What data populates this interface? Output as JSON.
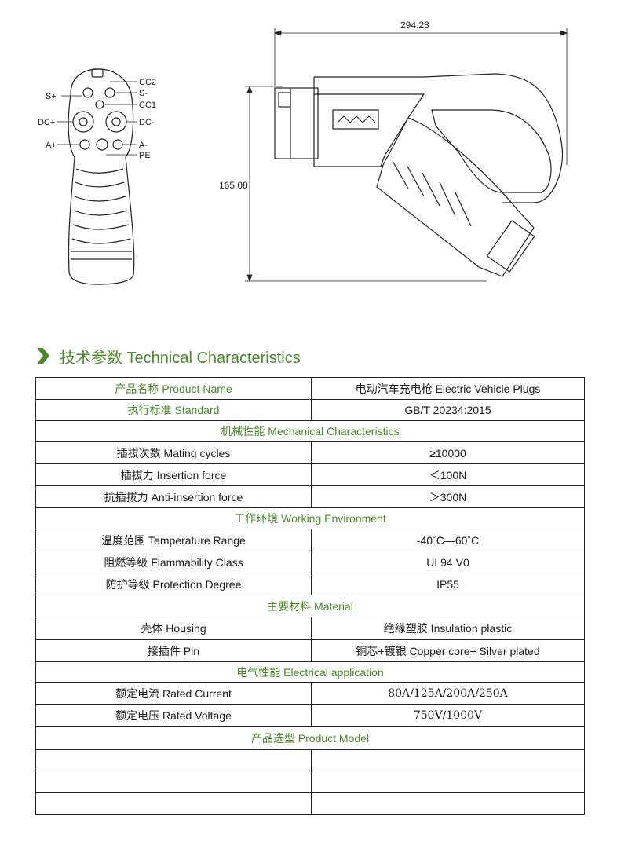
{
  "drawing": {
    "front_pin_labels": {
      "cc2": "CC2",
      "s_minus": "S-",
      "s_plus": "S+",
      "cc1": "CC1",
      "dc_plus": "DC+",
      "dc_minus": "DC-",
      "a_plus": "A+",
      "a_minus": "A-",
      "pe": "PE"
    },
    "side_dims": {
      "length": "294.23",
      "height": "165.08"
    }
  },
  "section": {
    "title": "技术参数  Technical Characteristics"
  },
  "table": {
    "rows": [
      {
        "type": "pair",
        "style": "green",
        "label": "产品名称  Product Name",
        "value": "电动汽车充电枪  Electric Vehicle Plugs"
      },
      {
        "type": "pair",
        "style": "green",
        "label": "执行标准  Standard",
        "value": "GB/T 20234:2015"
      },
      {
        "type": "header",
        "label": "机械性能  Mechanical Characteristics"
      },
      {
        "type": "pair",
        "label": "插拔次数  Mating cycles",
        "value": "≥10000"
      },
      {
        "type": "pair",
        "label": "插拔力  Insertion force",
        "value": "＜100N"
      },
      {
        "type": "pair",
        "label": "抗插拔力  Anti-insertion force",
        "value": "＞300N"
      },
      {
        "type": "header",
        "label": "工作环境  Working Environment"
      },
      {
        "type": "pair",
        "label": "温度范围  Temperature Range",
        "value": "-40˚C—60˚C"
      },
      {
        "type": "pair",
        "label": "阻燃等级  Flammability Class",
        "value": "UL94 V0"
      },
      {
        "type": "pair",
        "label": "防护等级  Protection Degree",
        "value": "IP55"
      },
      {
        "type": "header",
        "label": "主要材料  Material"
      },
      {
        "type": "pair",
        "label": "壳体  Housing",
        "value": "绝缘塑胶 Insulation plastic"
      },
      {
        "type": "pair",
        "label": "接插件  Pin",
        "value": "铜芯+镀银  Copper core+ Silver plated"
      },
      {
        "type": "header",
        "label": "电气性能  Electrical application"
      },
      {
        "type": "pair",
        "label": "额定电流 Rated Current",
        "value": "80A/125A/200A/250A",
        "value_style": "mono"
      },
      {
        "type": "pair",
        "label": "额定电压  Rated Voltage",
        "value": "750V/1000V",
        "value_style": "mono"
      },
      {
        "type": "header",
        "label": "产品选型  Product Model"
      },
      {
        "type": "empty"
      },
      {
        "type": "empty"
      },
      {
        "type": "empty"
      }
    ]
  }
}
